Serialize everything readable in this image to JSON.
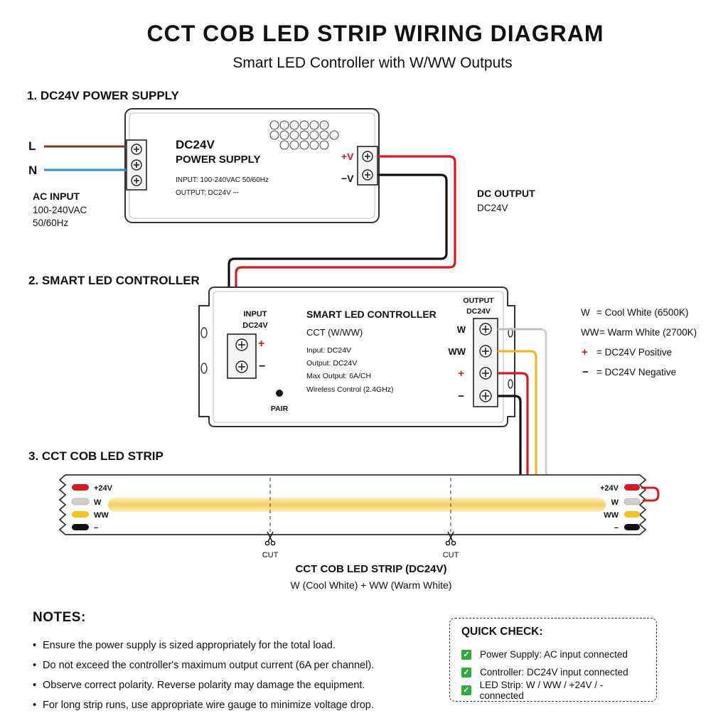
{
  "header": {
    "title": "CCT COB LED STRIP WIRING DIAGRAM",
    "subtitle": "Smart LED Controller with W/WW Outputs"
  },
  "section1": {
    "heading": "1. DC24V POWER SUPPLY",
    "ac_l": "L",
    "ac_n": "N",
    "ac_input_title": "AC INPUT",
    "ac_input_line1": "100-240VAC",
    "ac_input_line2": "50/60Hz",
    "psu_title_line1": "DC24V",
    "psu_title_line2": "POWER SUPPLY",
    "psu_input": "INPUT: 100-240VAC  50/60Hz",
    "psu_output": "OUTPUT: DC24V ⎓",
    "term_pos": "+V",
    "term_neg": "−V",
    "dc_output_title": "DC OUTPUT",
    "dc_output_value": "DC24V"
  },
  "section2": {
    "heading": "2. SMART LED CONTROLLER",
    "input_label_line1": "INPUT",
    "input_label_line2": "DC24V",
    "input_pos": "+",
    "input_neg": "−",
    "title": "SMART LED CONTROLLER",
    "subtitle": "CCT (W/WW)",
    "spec1": "Input: DC24V",
    "spec2": "Output: DC24V",
    "spec3": "Max Output: 6A/CH",
    "spec4": "Wireless Control (2.4GHz)",
    "pair_label": "PAIR",
    "output_label_line1": "OUTPUT",
    "output_label_line2": "DC24V",
    "out_w": "W",
    "out_ww": "WW",
    "out_pos": "+",
    "out_neg": "−"
  },
  "legend": [
    {
      "key": "W",
      "text": "= Cool White (6500K)"
    },
    {
      "key": "WW",
      "text": "= Warm White (2700K)"
    },
    {
      "key": "+",
      "text": "= DC24V Positive"
    },
    {
      "key": "−",
      "text": "= DC24V Negative"
    }
  ],
  "section3": {
    "heading": "3. CCT COB LED STRIP",
    "pad_pos": "+24V",
    "pad_w": "W",
    "pad_ww": "WW",
    "pad_neg": "−",
    "cut": "CUT",
    "strip_title": "CCT COB LED STRIP (DC24V)",
    "strip_subtitle": "W (Cool White) + WW (Warm White)"
  },
  "notes": {
    "title": "NOTES:",
    "items": [
      "Ensure the power supply is sized appropriately for the total load.",
      "Do not exceed the controller's maximum output current (6A per channel).",
      "Observe correct polarity. Reverse polarity may damage the equipment.",
      "For long strip runs, use appropriate wire gauge to minimize voltage drop."
    ]
  },
  "quick_check": {
    "title": "QUICK CHECK:",
    "items": [
      "Power Supply: AC input connected",
      "Controller: DC24V input connected",
      "LED Strip: W / WW / +24V / - connected"
    ]
  },
  "colors": {
    "red": "#d71920",
    "black": "#111111",
    "brown": "#7a3b1c",
    "blue": "#2b8fd6",
    "yellow": "#f2b61e",
    "white_wire": "#cfcfcf",
    "led_glow": "#f7d77a",
    "check_green": "#2eaa3f"
  }
}
